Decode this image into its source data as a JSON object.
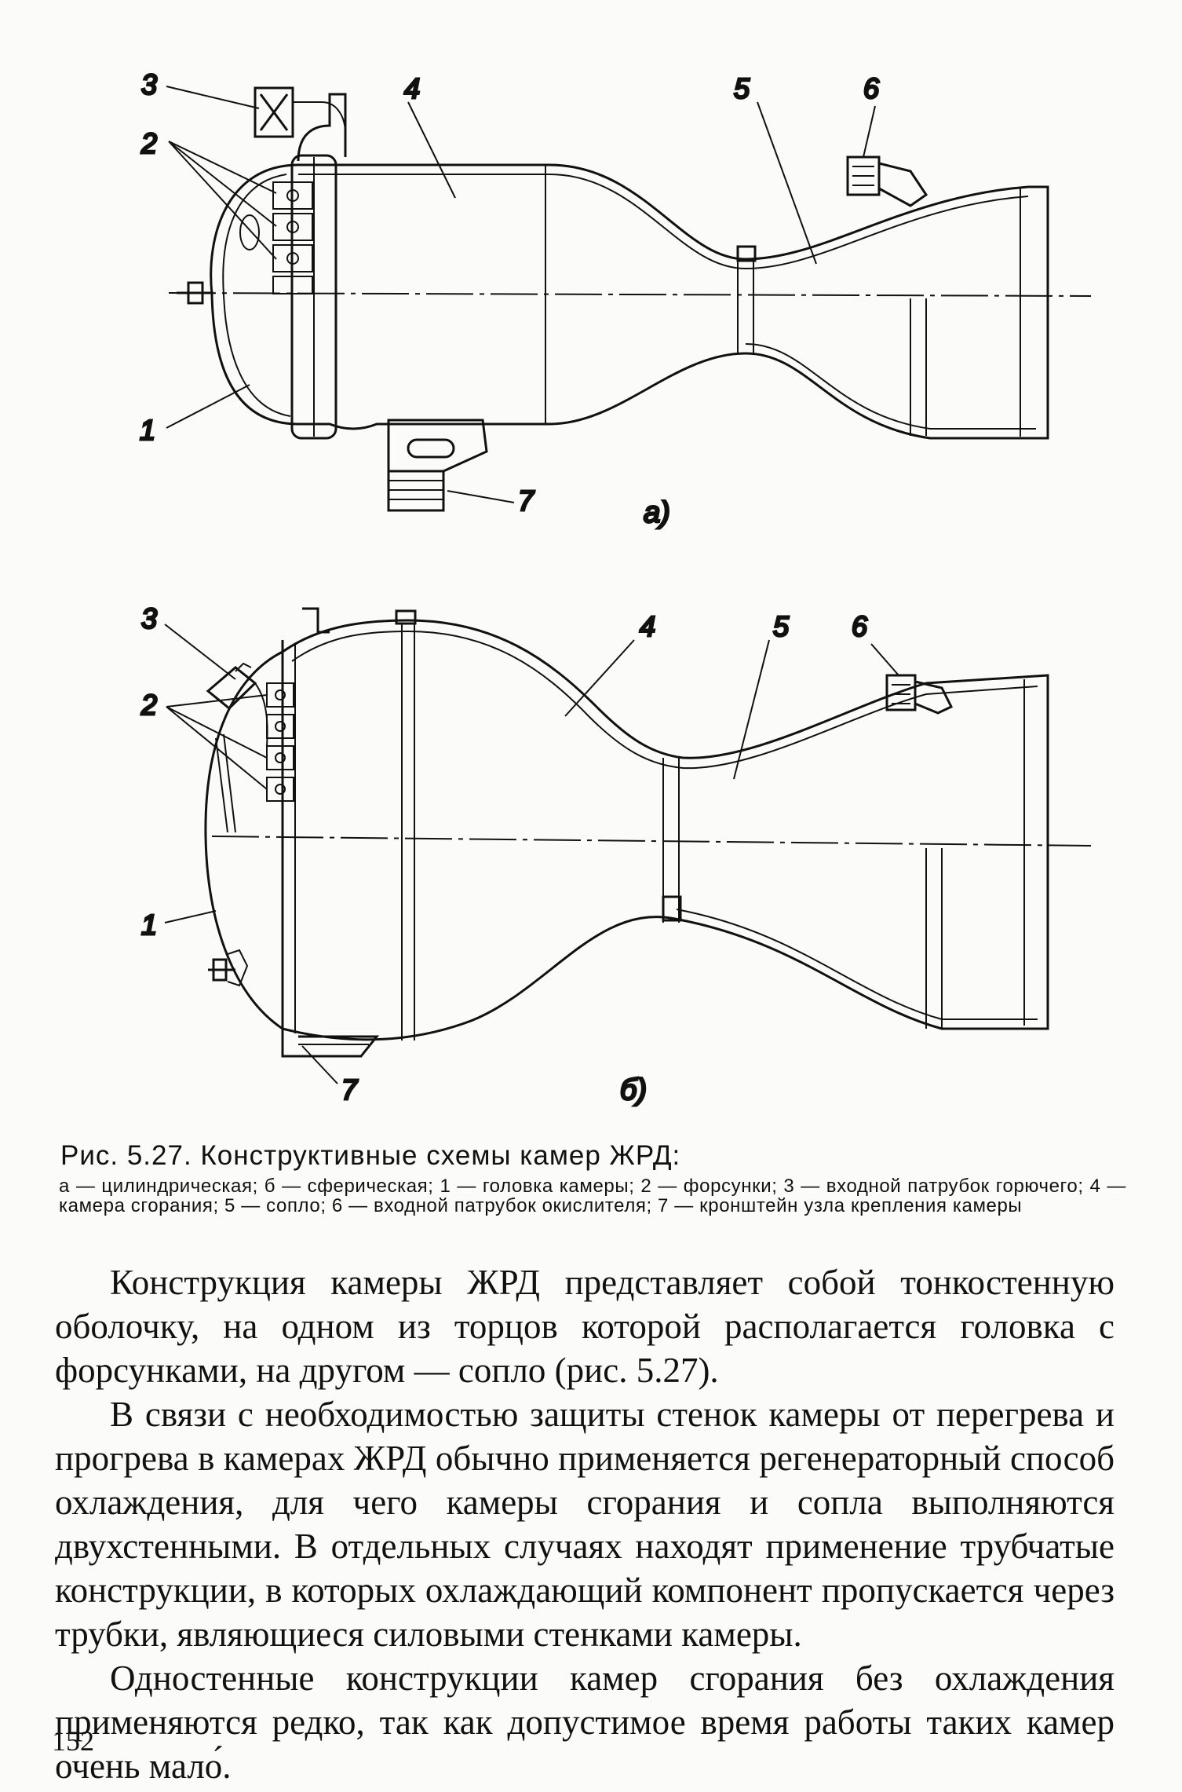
{
  "figure": {
    "top_callouts": {
      "n1": "1",
      "n2": "2",
      "n3": "3",
      "n4": "4",
      "n5": "5",
      "n6": "6",
      "n7": "7"
    },
    "top_sublabel": "а)",
    "bottom_callouts": {
      "n1": "1",
      "n2": "2",
      "n3": "3",
      "n4": "4",
      "n5": "5",
      "n6": "6",
      "n7": "7"
    },
    "bottom_sublabel": "б)"
  },
  "caption": {
    "title": "Рис. 5.27. Конструктивные схемы камер ЖРД:",
    "legend": "а — цилиндрическая; б — сферическая; 1 — головка камеры; 2 — форсунки; 3 — входной патрубок горючего; 4 — камера сгорания; 5 — сопло; 6 — входной патрубок окислителя; 7 — кронштейн узла крепления камеры"
  },
  "body": {
    "p1": "Конструкция камеры ЖРД представляет собой тонкостенную оболочку, на одном из торцов которой располагается головка с форсунками, на другом — сопло (рис. 5.27).",
    "p2": "В связи с необходимостью защиты стенок камеры от перегрева и прогрева в камерах ЖРД обычно применяется регенераторный способ охлаждения, для чего камеры сгорания и сопла выполняются двухстенными. В отдельных случаях находят применение трубчатые конструкции, в которых охлаждающий компонент пропускается через трубки, являющиеся силовыми стенками камеры.",
    "p3": "Одностенные конструкции камер сгорания без охлаждения применяются редко, так как допустимое время работы таких камер очень мало́."
  },
  "page_number": "152"
}
